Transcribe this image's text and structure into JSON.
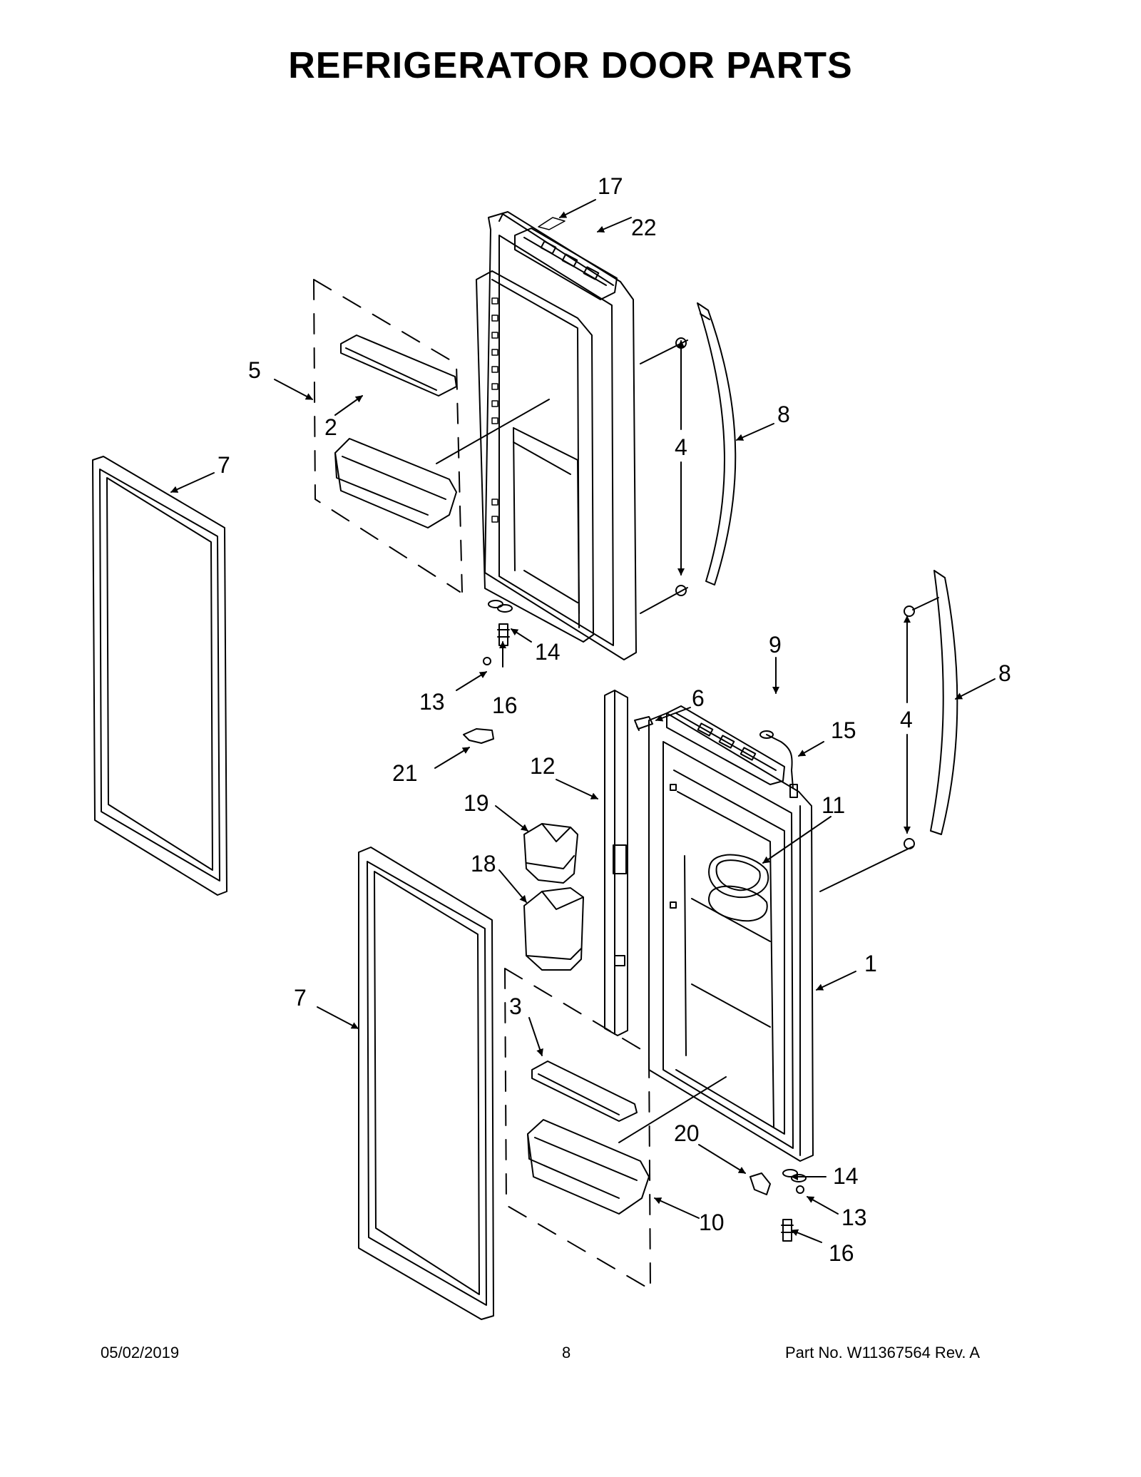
{
  "title": "REFRIGERATOR DOOR PARTS",
  "callouts": {
    "c1": "1",
    "c2": "2",
    "c3": "3",
    "c4a": "4",
    "c4b": "4",
    "c5": "5",
    "c6": "6",
    "c7a": "7",
    "c7b": "7",
    "c8a": "8",
    "c8b": "8",
    "c9": "9",
    "c10": "10",
    "c11": "11",
    "c12": "12",
    "c13a": "13",
    "c13b": "13",
    "c14a": "14",
    "c14b": "14",
    "c15": "15",
    "c16a": "16",
    "c16b": "16",
    "c17": "17",
    "c18": "18",
    "c19": "19",
    "c20": "20",
    "c21": "21",
    "c22": "22"
  },
  "footer": {
    "date": "05/02/2019",
    "page": "8",
    "part_no": "Part No.  W11367564  Rev.  A"
  }
}
